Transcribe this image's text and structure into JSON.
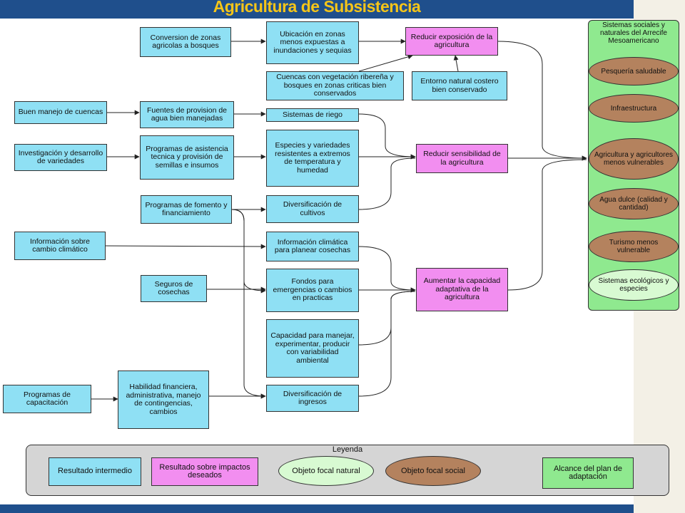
{
  "title": "Agricultura de Subsistencia",
  "boxes": {
    "conversion": "Conversion de zonas agricolas a bosques",
    "ubicacion": "Ubicación en zonas menos expuestas a inundaciones y sequias",
    "reducir_exposicion": "Reducir exposición de la agricultura",
    "cuencas_vegetacion": "Cuencas con vegetación ribereña y bosques en zonas criticas bien conservados",
    "entorno_natural": "Entorno natural costero bien conservado",
    "buen_manejo": "Buen manejo de cuencas",
    "fuentes_agua": "Fuentes de provision de agua bien manejadas",
    "sistemas_riego": "Sistemas de riego",
    "investigacion": "Investigación y desarrollo de variedades",
    "programas_asistencia": "Programas de asistencia tecnica y provisión de semillas e insumos",
    "especies_variedades": "Especies y variedades resistentes a extremos de temperatura y humedad",
    "reducir_sensibilidad": "Reducir sensibilidad de la agricultura",
    "programas_fomento": "Programas de fomento y financiamiento",
    "diversificacion_cultivos": "Diversificación de cultivos",
    "informacion_cambio": "Información sobre cambio climático",
    "informacion_climatica": "Información climática para planear cosechas",
    "seguros": "Seguros de cosechas",
    "fondos": "Fondos para emergencias o cambios en practicas",
    "aumentar_capacidad": "Aumentar la capacidad adaptativa de la agricultura",
    "capacidad_manejar": "Capacidad para manejar, experimentar, producir con variabilidad ambiental",
    "programas_capacitacion": "Programas de capacitación",
    "habilidad": "Habilidad financiera, administrativa, manejo de contingencias, cambios",
    "diversificacion_ingresos": "Diversificación de ingresos"
  },
  "targets": {
    "header": "Sistemas sociales y naturales del Arrecife Mesoamericano",
    "items": [
      {
        "label": "Pesquería saludable",
        "kind": "social"
      },
      {
        "label": "Infraestructura",
        "kind": "social"
      },
      {
        "label": "Agricultura y agricultores menos vulnerables",
        "kind": "social"
      },
      {
        "label": "Agua dulce (calidad y cantidad)",
        "kind": "social"
      },
      {
        "label": "Turismo menos vulnerable",
        "kind": "social"
      },
      {
        "label": "Sistemas ecológicos y especies",
        "kind": "natural"
      }
    ]
  },
  "legend": {
    "title": "Leyenda",
    "items": [
      {
        "label": "Resultado intermedio",
        "kind": "cyan"
      },
      {
        "label": "Resultado sobre impactos deseados",
        "kind": "pink"
      },
      {
        "label": "Objeto focal natural",
        "kind": "lightgreen"
      },
      {
        "label": "Objeto focal social",
        "kind": "brown"
      },
      {
        "label": "Alcance del plan de adaptación",
        "kind": "green"
      }
    ]
  },
  "colors": {
    "intermediate": "#8fe0f4",
    "impact": "#f28ef0",
    "scope": "#8fe98f",
    "social": "#b4825e",
    "natural": "#d8fad2",
    "title": "#f5c518",
    "bar": "#1f4f8c"
  }
}
